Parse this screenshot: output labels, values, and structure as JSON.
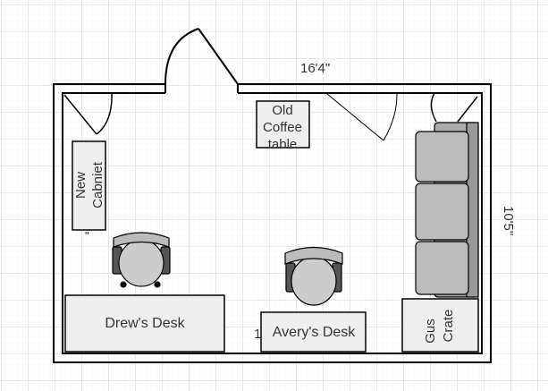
{
  "dimensions": {
    "width_label": "16'4\"",
    "height_label": "10'5\""
  },
  "furniture": {
    "cabinet": {
      "line1": "New",
      "line2": "Cabniet"
    },
    "coffee_table": {
      "line1": "Old",
      "line2": "Coffee",
      "line3": "table"
    },
    "drews_desk": {
      "label": "Drew's Desk"
    },
    "averys_desk": {
      "label": "Avery's Desk"
    },
    "gus_crate": {
      "line1": "Gus",
      "line2": "Crate"
    }
  },
  "stray_marks": {
    "digit": "1",
    "tick": "\""
  },
  "colors": {
    "wall": "#000000",
    "furniture_fill": "#eeeeee",
    "chair_fill": "#cccccc",
    "sofa_fill": "#bbbbbb",
    "grid_major": "#cfcfcf",
    "grid_minor": "#ededed",
    "text": "#333333"
  }
}
